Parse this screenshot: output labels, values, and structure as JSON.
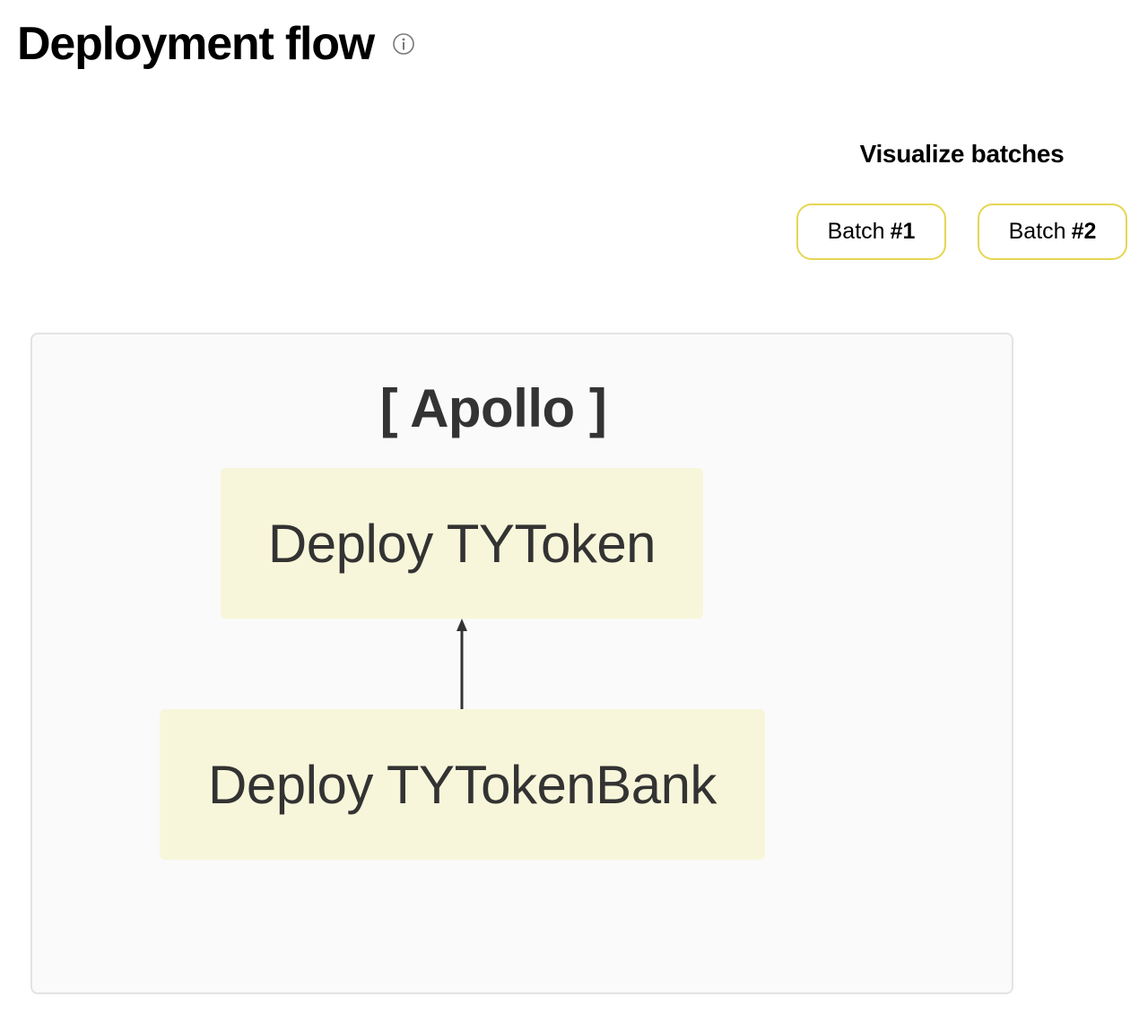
{
  "header": {
    "title": "Deployment flow",
    "info_icon": "info-circle-icon"
  },
  "batches": {
    "heading": "Visualize batches",
    "buttons": [
      {
        "prefix": "Batch",
        "number": "#1"
      },
      {
        "prefix": "Batch",
        "number": "#2"
      }
    ]
  },
  "diagram": {
    "group_label": "[ Apollo ]",
    "nodes": [
      {
        "label": "Deploy TYToken"
      },
      {
        "label": "Deploy TYTokenBank"
      }
    ],
    "edges": [
      {
        "from": "Deploy TYTokenBank",
        "to": "Deploy TYToken"
      }
    ]
  },
  "colors": {
    "button_border": "#e6d552",
    "node_fill": "#f8f6da",
    "panel_fill": "#fafafa",
    "panel_border": "#e3e3e3",
    "diagram_text": "#333333"
  }
}
